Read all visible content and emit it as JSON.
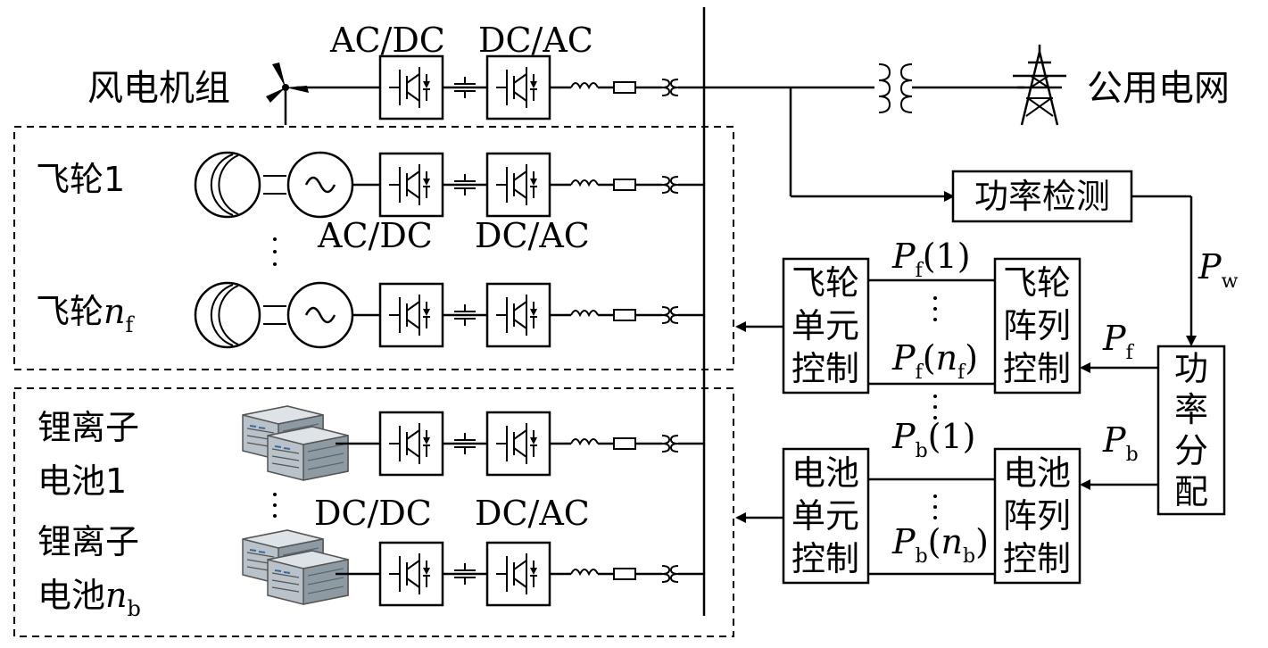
{
  "labels": {
    "wind_unit": "风电机组",
    "grid": "公用电网",
    "flywheel_1": "飞轮1",
    "flywheel_n_prefix": "飞轮",
    "flywheel_n_var": "n",
    "flywheel_n_sub": "f",
    "battery_1_line1": "锂离子",
    "battery_1_line2": "电池1",
    "battery_n_line1": "锂离子",
    "battery_n_line2_prefix": "电池",
    "battery_n_var": "n",
    "battery_n_sub": "b",
    "acdc": "AC/DC",
    "dcac": "DC/AC",
    "dcdc": "DC/DC"
  },
  "blocks": {
    "power_detect": "功率检测",
    "power_alloc": [
      "功",
      "率",
      "分",
      "配"
    ],
    "flywheel_unit_ctrl": [
      "飞轮",
      "单元",
      "控制"
    ],
    "flywheel_array_ctrl": [
      "飞轮",
      "阵列",
      "控制"
    ],
    "battery_unit_ctrl": [
      "电池",
      "单元",
      "控制"
    ],
    "battery_array_ctrl": [
      "电池",
      "阵列",
      "控制"
    ]
  },
  "signals": {
    "P": "P",
    "w": "w",
    "f": "f",
    "b": "b",
    "one": "(1)",
    "open": "(",
    "close": ")",
    "n": "n"
  }
}
